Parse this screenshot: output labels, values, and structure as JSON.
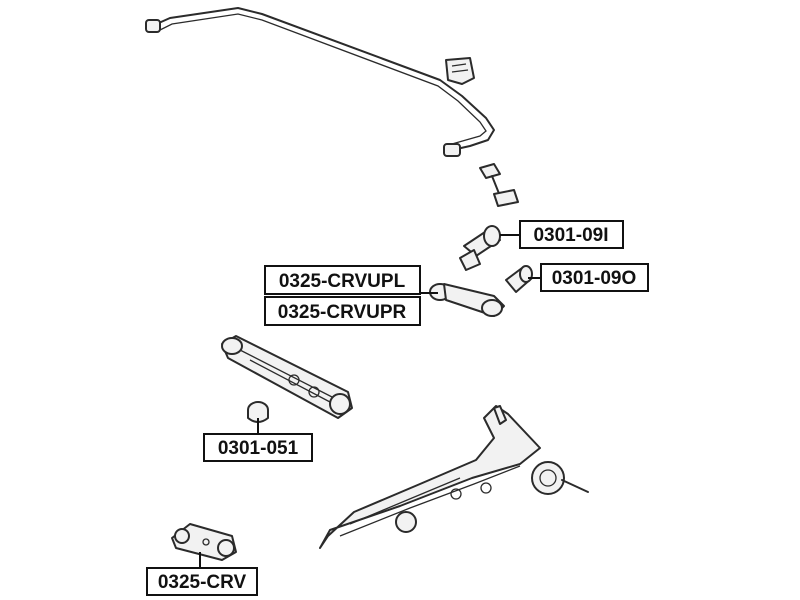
{
  "labels": {
    "part_0301_09I": "0301-09I",
    "part_0301_09O": "0301-09O",
    "part_0325_CRVUPL": "0325-CRVUPL",
    "part_0325_CRVUPR": "0325-CRVUPR",
    "part_0301_051": "0301-051",
    "part_0325_CRV": "0325-CRV"
  }
}
